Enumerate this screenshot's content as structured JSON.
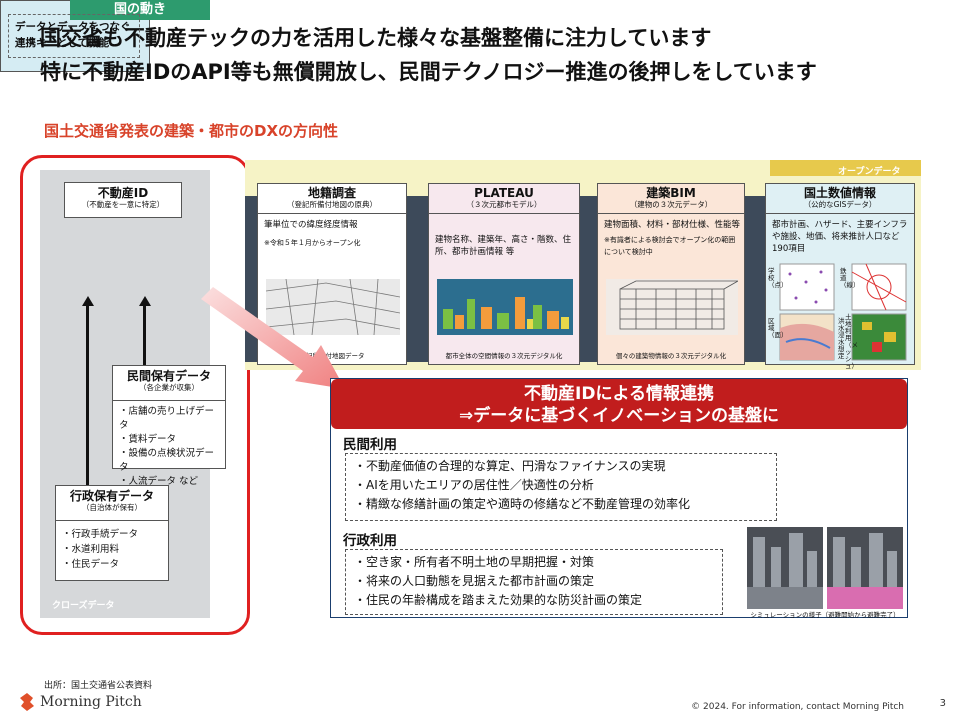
{
  "tag": "国の動き",
  "headline": {
    "line1": "国交省も不動産テックの力を活用した様々な基盤整備に注力しています",
    "line2": "特に不動産IDのAPI等も無償開放し、民間テクノロジー推進の後押しをしています"
  },
  "subhead": "国土交通省発表の建築・都市のDXの方向性",
  "closed": {
    "label": "クローズデータ",
    "fudosan_id": {
      "title": "不動産ID",
      "sub": "（不動産を一意に特定）",
      "line1": "データとデータをつなぐ",
      "line2": "連携キーとして機能"
    },
    "minkan": {
      "title": "民間保有データ",
      "sub": "（各企業が収集）",
      "items": [
        "・店舗の売り上げデータ",
        "・賃料データ",
        "・設備の点検状況データ",
        "・人流データ など"
      ]
    },
    "gyosei": {
      "title": "行政保有データ",
      "sub": "（自治体が保有）",
      "items": [
        "・行政手続データ",
        "・水道利用料",
        "・住民データ"
      ]
    }
  },
  "open": {
    "label": "オープンデータ",
    "chiseki": {
      "title": "地籍調査",
      "sub": "（登記所備付地図の原典）",
      "body": "筆単位での緯度経度情報",
      "note": "※令和５年１月からオープン化",
      "caption": "登記所備付地図データ"
    },
    "plateau": {
      "title": "PLATEAU",
      "sub": "（３次元都市モデル）",
      "body": "建物名称、建築年、高さ・階数、住所、都市計画情報 等",
      "caption": "都市全体の空間情報の３次元デジタル化"
    },
    "bim": {
      "title": "建築BIM",
      "sub": "（建物の３次元データ）",
      "body": "建物面積、材料・部材仕様、性能等",
      "note": "※有識者による検討会でオープン化の範囲について検討中",
      "caption": "個々の建築物情報の３次元デジタル化"
    },
    "kokudo": {
      "title": "国土数値情報",
      "sub": "（公的なGISデータ）",
      "body": "都市計画、ハザード、主要インフラや施設、地価、将来推計人口など190項目",
      "map_labels": [
        "学校（点）",
        "鉄道（線）",
        "区域（面）",
        "洪水浸水想定",
        "土地利用（メッシュ）"
      ]
    }
  },
  "result": {
    "head1": "不動産IDによる情報連携",
    "head2": "⇒データに基づくイノベーションの基盤に",
    "minkan_title": "民間利用",
    "minkan_items": [
      "・不動産価値の合理的な算定、円滑なファイナンスの実現",
      "・AIを用いたエリアの居住性／快適性の分析",
      "・精緻な修繕計画の策定や適時の修繕など不動産管理の効率化"
    ],
    "gyosei_title": "行政利用",
    "gyosei_items": [
      "・空き家・所有者不明土地の早期把握・対策",
      "・将来の人口動態を見据えた都市計画の策定",
      "・住民の年齢構成を踏まえた効果的な防災計画の策定"
    ],
    "sim_caption": "シミュレーションの様子（避難開始から避難完了）"
  },
  "footer": {
    "source": "出所：国土交通省公表資料",
    "logo": "Morning Pitch",
    "copyright": "© 2024. For information, contact Morning Pitch",
    "page": "3"
  },
  "colors": {
    "green": "#2d9b6e",
    "red": "#c11d1d",
    "accent_text": "#d8432a"
  }
}
